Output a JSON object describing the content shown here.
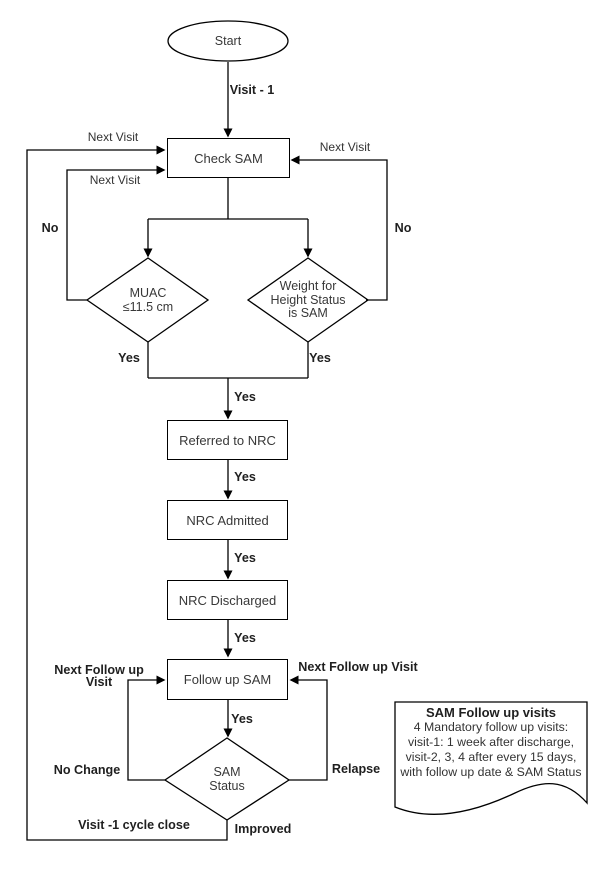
{
  "nodes": {
    "start": "Start",
    "check_sam": "Check SAM",
    "muac": {
      "line1": "MUAC",
      "line2": "≤11.5 cm"
    },
    "weight_for_height": {
      "line1": "Weight for",
      "line2": "Height Status",
      "line3": "is SAM"
    },
    "referred_to_nrc": "Referred to NRC",
    "nrc_admitted": "NRC Admitted",
    "nrc_discharged": "NRC Discharged",
    "follow_up_sam": "Follow up SAM",
    "sam_status": {
      "line1": "SAM",
      "line2": "Status"
    }
  },
  "edge_labels": {
    "visit_1": "Visit - 1",
    "next_visit_left_top": "Next Visit",
    "next_visit_left_mid": "Next Visit",
    "next_visit_right": "Next Visit",
    "no_left": "No",
    "no_right": "No",
    "yes_muac": "Yes",
    "yes_wfh": "Yes",
    "yes_merge": "Yes",
    "yes_after_referred": "Yes",
    "yes_after_admitted": "Yes",
    "yes_after_discharged": "Yes",
    "yes_after_follow_up": "Yes",
    "next_follow_up_left": {
      "line1": "Next Follow up",
      "line2": "Visit"
    },
    "next_follow_up_right": "Next Follow up Visit",
    "no_change": "No Change",
    "relapse": "Relapse",
    "improved": "Improved",
    "visit_1_cycle_close": "Visit -1 cycle close"
  },
  "note": {
    "title": "SAM Follow up visits",
    "line1": "4 Mandatory follow up visits:",
    "line2": "visit-1: 1 week after discharge,",
    "line3": "visit-2, 3, 4 after every 15 days,",
    "line4": "with follow up date & SAM Status"
  },
  "colors": {
    "line": "#000000",
    "text": "#333333",
    "background": "#ffffff"
  }
}
